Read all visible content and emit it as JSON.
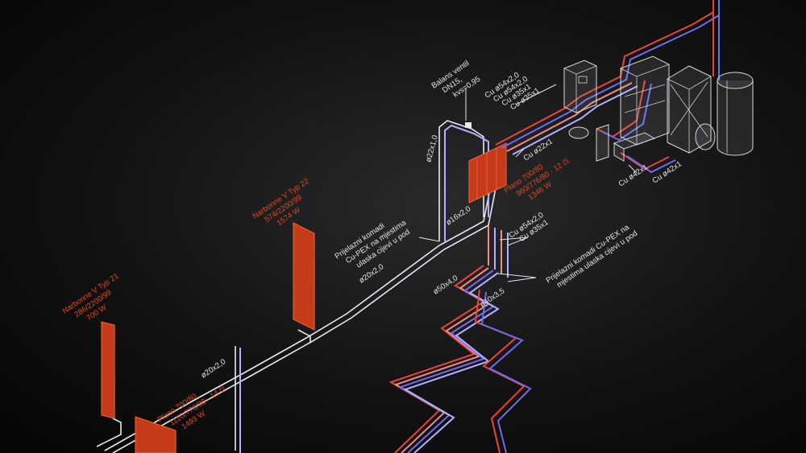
{
  "labels": {
    "rad1": [
      "Narbonne V Typ 21",
      "286/2200/99",
      "700 W"
    ],
    "rad2": [
      "Narbonne V Typ 22",
      "574/2200/99",
      "1574 W"
    ],
    "rad3": [
      "Plano 700/80",
      "1120/776/80 - 14 čl.",
      "1493 W"
    ],
    "rad4": [
      "Plano 700/80",
      "960/776/80 - 12 čl.",
      "1346 W"
    ],
    "balans": [
      "Balans ventil",
      "DN15,",
      "kvs=0,95"
    ],
    "prijelazni1": [
      "Prijelazni komadi",
      "Cu-PEX na mjestima",
      "ulaska cijevi u pod"
    ],
    "prijelazni2": [
      "Prijelazni komadi Cu-PEX na",
      "mjestima ulaska cijevi u pod"
    ],
    "cu_top": [
      "Cu ø54x2,0",
      "Cu ø54x2,0",
      "Cu ø35x1",
      "Cu ø35x1"
    ],
    "cu_right": [
      "Cu ø22x1",
      "Cu ø42x1",
      "Cu ø42x1"
    ],
    "cu_mid": [
      "Cu ø54x2,0",
      "Cu ø35x1"
    ],
    "dims": {
      "d22": "ø22x1,0",
      "d16": "ø16x2,0",
      "d20a": "ø20x2,0",
      "d20b": "ø20x2,0",
      "d50": "ø50x4,0",
      "d40": "ø40x3,5"
    }
  },
  "colors": {
    "supply": "#e8453a",
    "return": "#6f6cf0",
    "radiator": "#c63a1a",
    "label_red": "#e2481c",
    "label_white": "#e6e6e6"
  }
}
